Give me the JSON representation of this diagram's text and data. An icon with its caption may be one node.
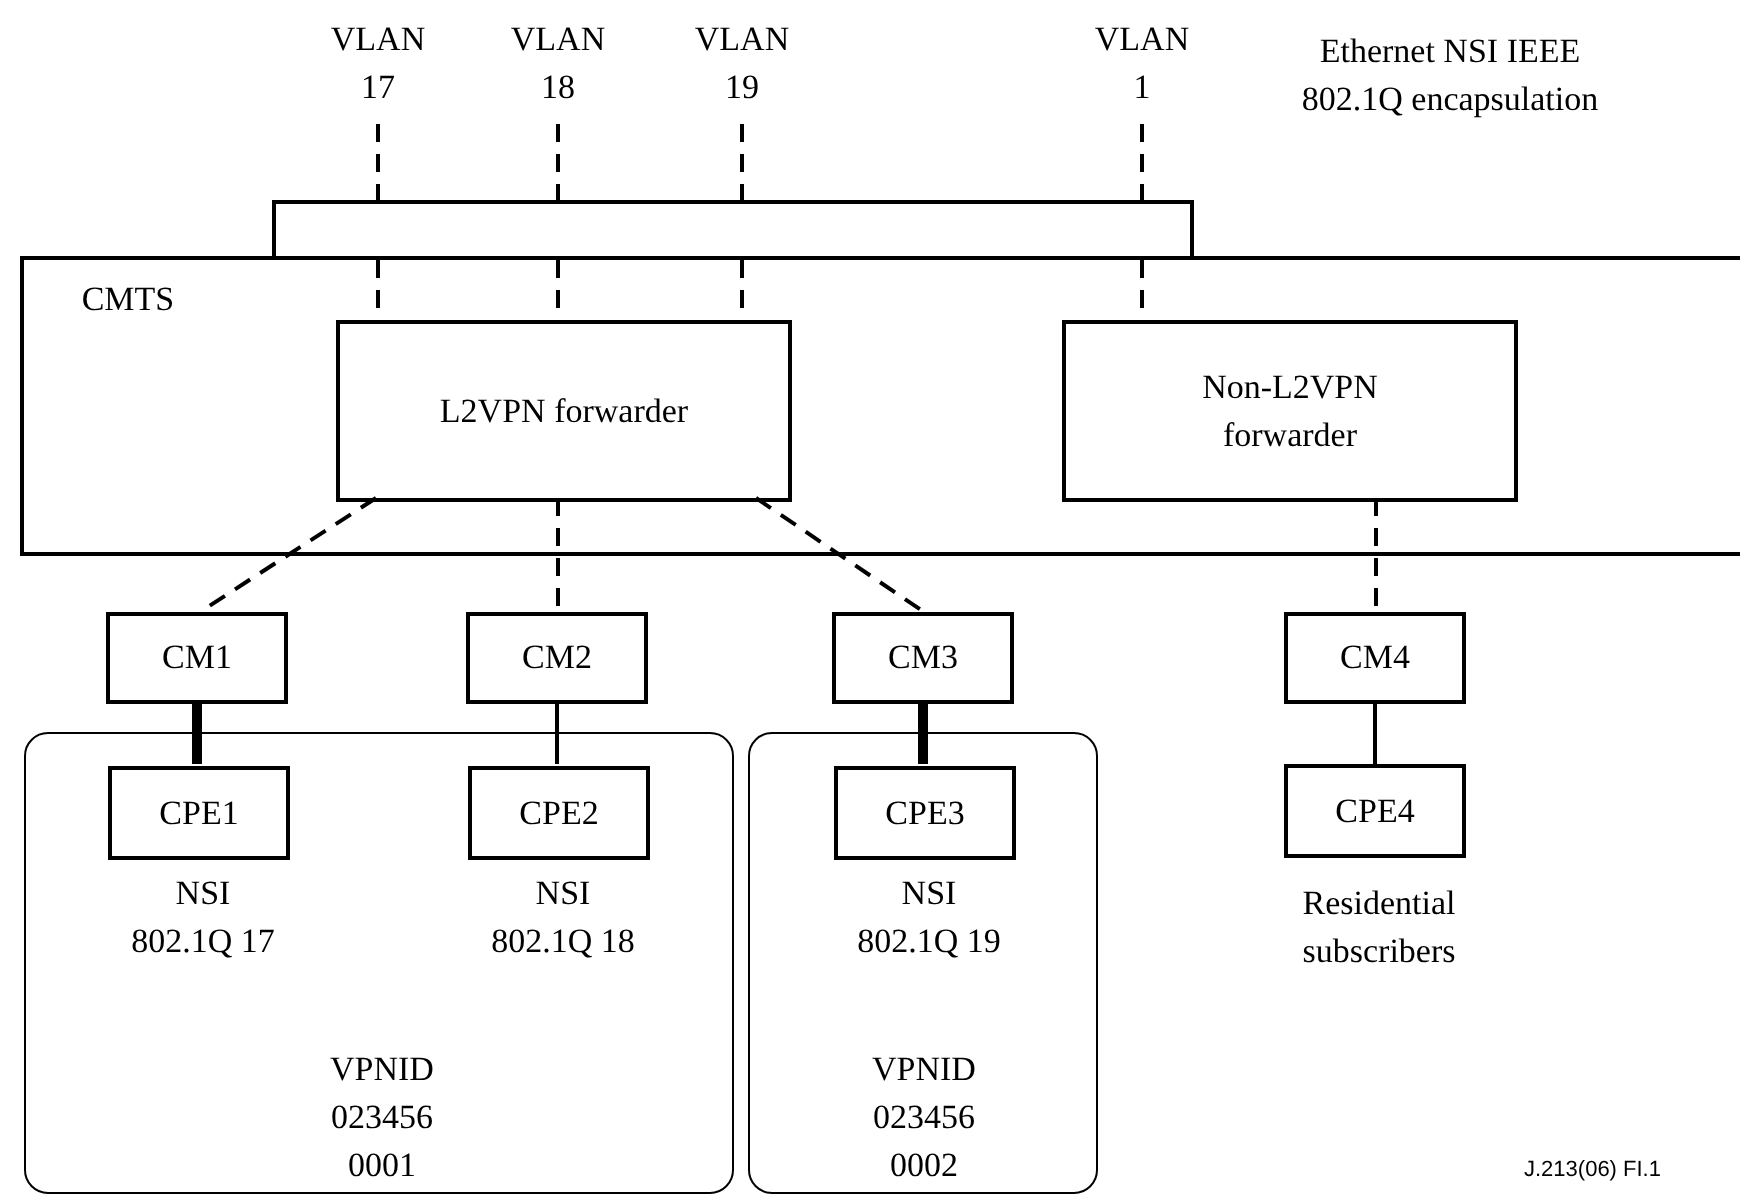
{
  "diagram": {
    "nodes": [
      {
        "text": [
          "VLAN 17"
        ]
      },
      {
        "text": [
          "VLAN 18"
        ]
      },
      {
        "text": [
          "VLAN 19"
        ]
      },
      {
        "text": [
          "VLAN 1"
        ]
      },
      {
        "text": [],
        "shape": "box"
      },
      {
        "text": [
          "CMTS"
        ]
      },
      {
        "text": [
          "L2VPN forwarder"
        ],
        "in": 5
      },
      {
        "text": [
          "Non-L2VPN forwarder"
        ],
        "in": 5
      },
      {
        "text": [
          "CM1"
        ]
      },
      {
        "text": [
          "CM2"
        ]
      },
      {
        "text": [
          "CM3"
        ]
      },
      {
        "text": [
          "CM4"
        ]
      },
      {
        "text": [
          "VPNID 023456 0001"
        ]
      },
      {
        "text": [
          "VPNID 023456 0002"
        ]
      },
      {
        "text": [
          "CPE1"
        ],
        "in": 12,
        "beside": [
          "NSI 802.1Q 17"
        ]
      },
      {
        "text": [
          "CPE2"
        ],
        "in": 12,
        "beside": [
          "NSI 802.1Q 18"
        ]
      },
      {
        "text": [
          "CPE3"
        ],
        "in": 13,
        "beside": [
          "NSI 802.1Q 19"
        ]
      },
      {
        "text": [
          "CPE4"
        ],
        "beside": [
          "Residential subscribers"
        ]
      }
    ],
    "edges": [
      {
        "from": 0,
        "to": 4,
        "arrow": "none",
        "style": "dashed"
      },
      {
        "from": 1,
        "to": 4,
        "arrow": "none",
        "style": "dashed"
      },
      {
        "from": 2,
        "to": 4,
        "arrow": "none",
        "style": "dashed"
      },
      {
        "from": 3,
        "to": 4,
        "arrow": "none",
        "style": "dashed"
      },
      {
        "from": 4,
        "to": 6,
        "arrow": "none",
        "style": "dashed"
      },
      {
        "from": 4,
        "to": 6,
        "arrow": "none",
        "style": "dashed"
      },
      {
        "from": 4,
        "to": 6,
        "arrow": "none",
        "style": "dashed"
      },
      {
        "from": 4,
        "to": 7,
        "arrow": "none",
        "style": "dashed"
      },
      {
        "from": 6,
        "to": 8,
        "arrow": "none",
        "style": "dashed"
      },
      {
        "from": 6,
        "to": 9,
        "arrow": "none",
        "style": "dashed"
      },
      {
        "from": 6,
        "to": 10,
        "arrow": "none",
        "style": "dashed"
      },
      {
        "from": 7,
        "to": 11,
        "arrow": "none",
        "style": "dashed"
      },
      {
        "from": 8,
        "to": 14,
        "arrow": "none",
        "style": "thick"
      },
      {
        "from": 9,
        "to": 15,
        "arrow": "none"
      },
      {
        "from": 10,
        "to": 16,
        "arrow": "none",
        "style": "thick"
      },
      {
        "from": 11,
        "to": 17,
        "arrow": "none"
      }
    ],
    "labels": [
      "Ethernet NSI IEEE 802.1Q encapsulation",
      "J.213(06) FI.1"
    ]
  }
}
